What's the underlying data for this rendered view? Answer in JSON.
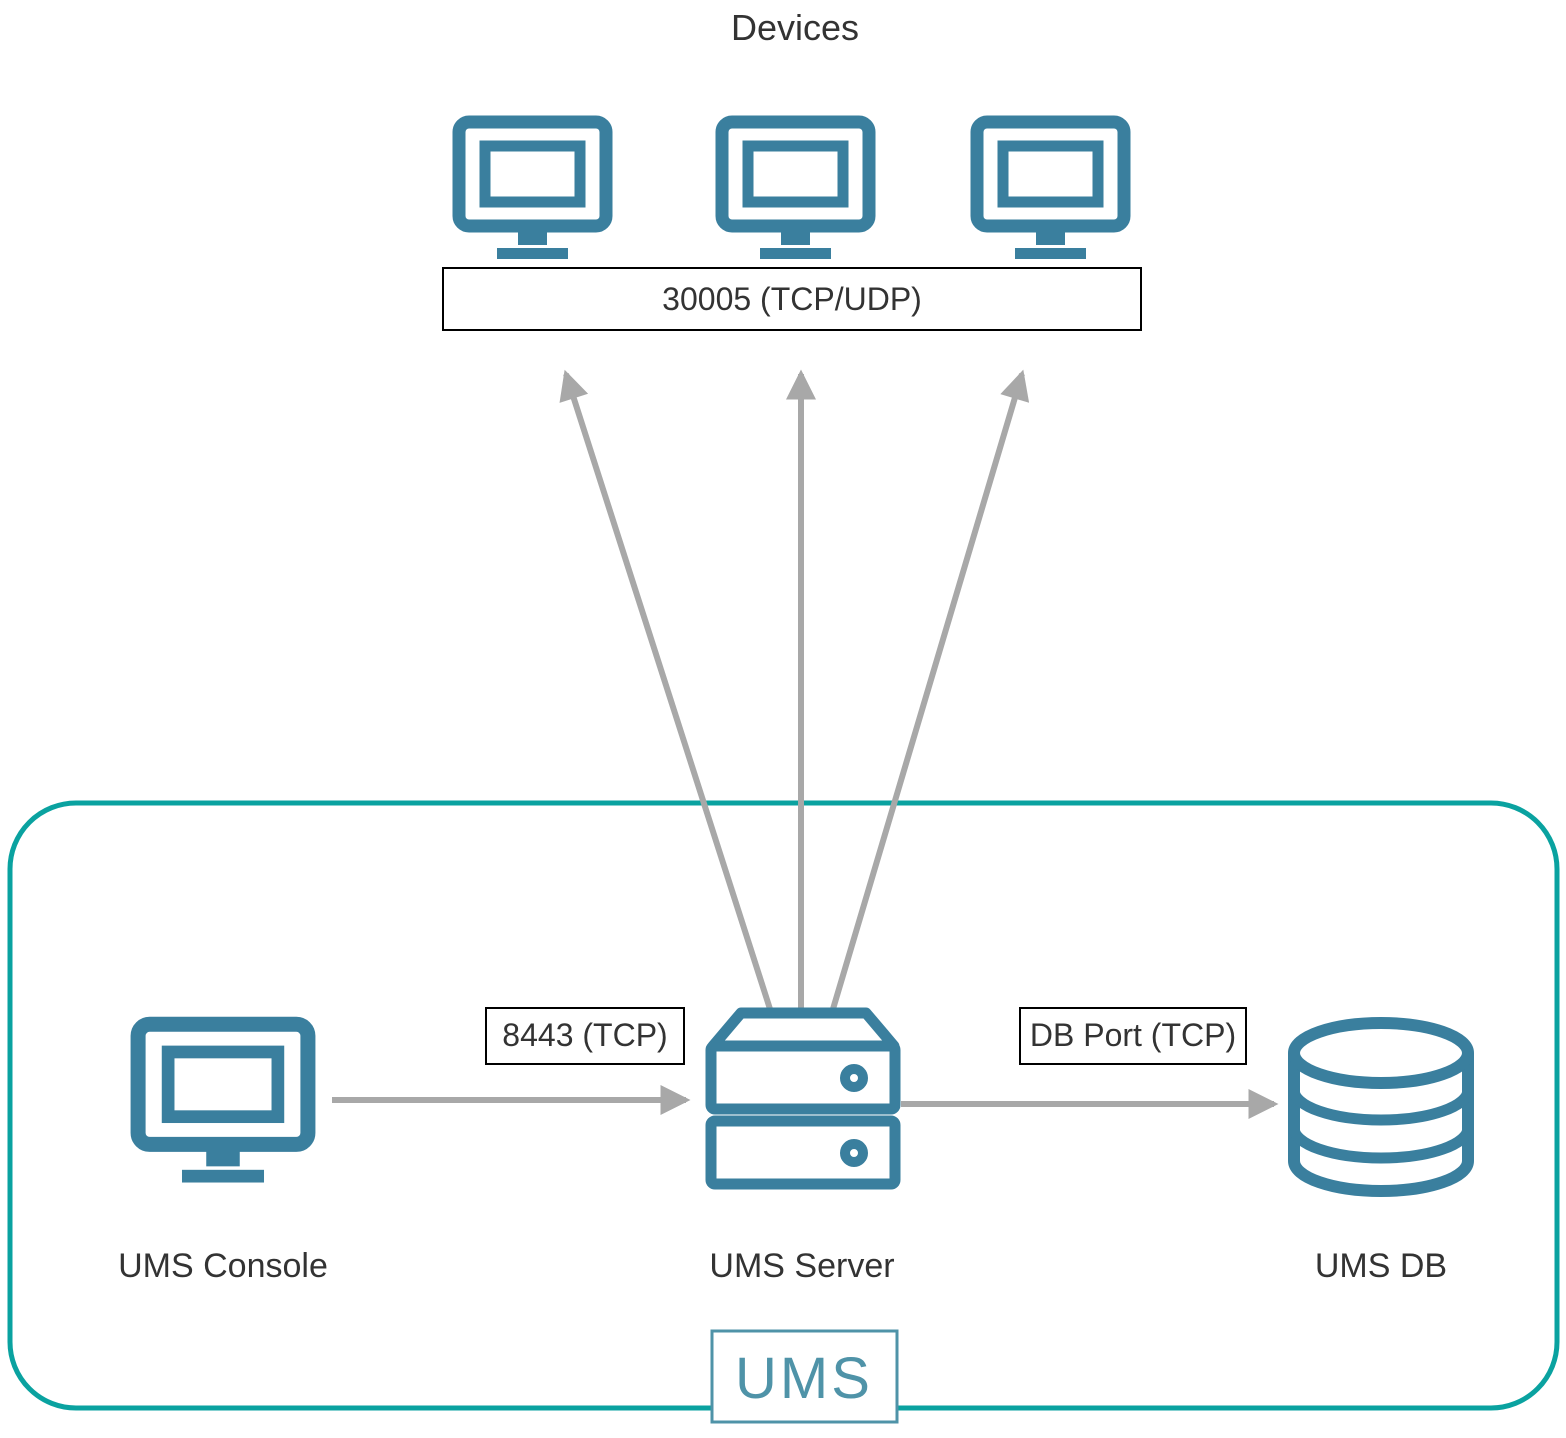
{
  "diagram": {
    "title": "Devices",
    "colors": {
      "icon": "#3a7f9e",
      "boundary": "#0aa2a0",
      "arrow": "#a8a8a8",
      "ink": "#333333",
      "logo": "#4f93a8",
      "box_border": "#000000"
    },
    "devices": {
      "count": 3,
      "port_label": "30005 (TCP/UDP)"
    },
    "console": {
      "label": "UMS Console"
    },
    "server": {
      "label": "UMS Server"
    },
    "db": {
      "label": "UMS DB"
    },
    "connections": {
      "console_to_server": "8443 (TCP)",
      "server_to_db": "DB Port (TCP)"
    },
    "logo": "UMS"
  }
}
